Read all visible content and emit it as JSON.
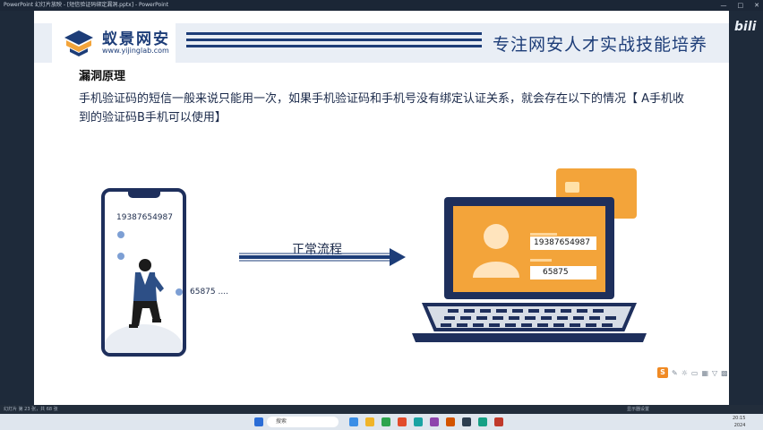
{
  "window": {
    "title": "PowerPoint 幻灯片放映 - [短信验证码绑定漏洞.pptx] - PowerPoint",
    "controls": [
      "—",
      "□",
      "✕"
    ]
  },
  "watermark": "bili",
  "slide": {
    "logo": {
      "name": "蚁景网安",
      "url": "www.yijinglab.com"
    },
    "slogan": "专注网安人才实战技能培养",
    "section_title": "漏洞原理",
    "paragraph": "手机验证码的短信一般来说只能用一次，如果手机验证码和手机号没有绑定认证关系，就会存在以下的情况【 A手机收到的验证码B手机可以使用】",
    "phone_number": "19387654987",
    "sms_code": "65875 ....",
    "arrow_label": "正常流程",
    "form_phone": "19387654987",
    "form_code": "65875"
  },
  "status": {
    "left": "幻灯片 第 23 张，共 68 张",
    "right": "显示器设置"
  },
  "taskbar": {
    "search_placeholder": "搜索",
    "time": "20:15",
    "date": "2024"
  },
  "colors": {
    "brand": "#1d3d78",
    "accent": "#f3a43a"
  }
}
